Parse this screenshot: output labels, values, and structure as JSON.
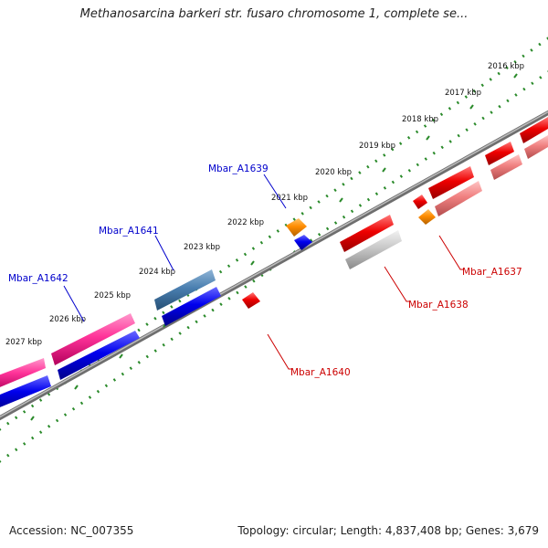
{
  "title": "Methanosarcina barkeri str. fusaro chromosome 1, complete se...",
  "accession": "Accession: NC_007355",
  "summary": "Topology: circular; Length: 4,837,408 bp; Genes: 3,679",
  "ticks": [
    "2016 kbp",
    "2017 kbp",
    "2018 kbp",
    "2019 kbp",
    "2020 kbp",
    "2021 kbp",
    "2022 kbp",
    "2023 kbp",
    "2024 kbp",
    "2025 kbp",
    "2026 kbp",
    "2027 kbp"
  ],
  "gene_labels": {
    "mbar_a1639": "Mbar_A1639",
    "mbar_a1641": "Mbar_A1641",
    "mbar_a1642": "Mbar_A1642",
    "mbar_a1637": "Mbar_A1637",
    "mbar_a1638": "Mbar_A1638",
    "mbar_a1640": "Mbar_A1640"
  },
  "colors": {
    "backbone": "#8c8c8c",
    "tick_ring": "#2a8a2a",
    "forward_label": "#0000cc",
    "reverse_label": "#cc0000",
    "blue": "#0000e6",
    "pink": "#ff3399",
    "steel": "#4a7fb0",
    "red": "#ee0000",
    "light_red": "#f08080",
    "gray": "#c8c8c8",
    "orange": "#ff8c00"
  }
}
